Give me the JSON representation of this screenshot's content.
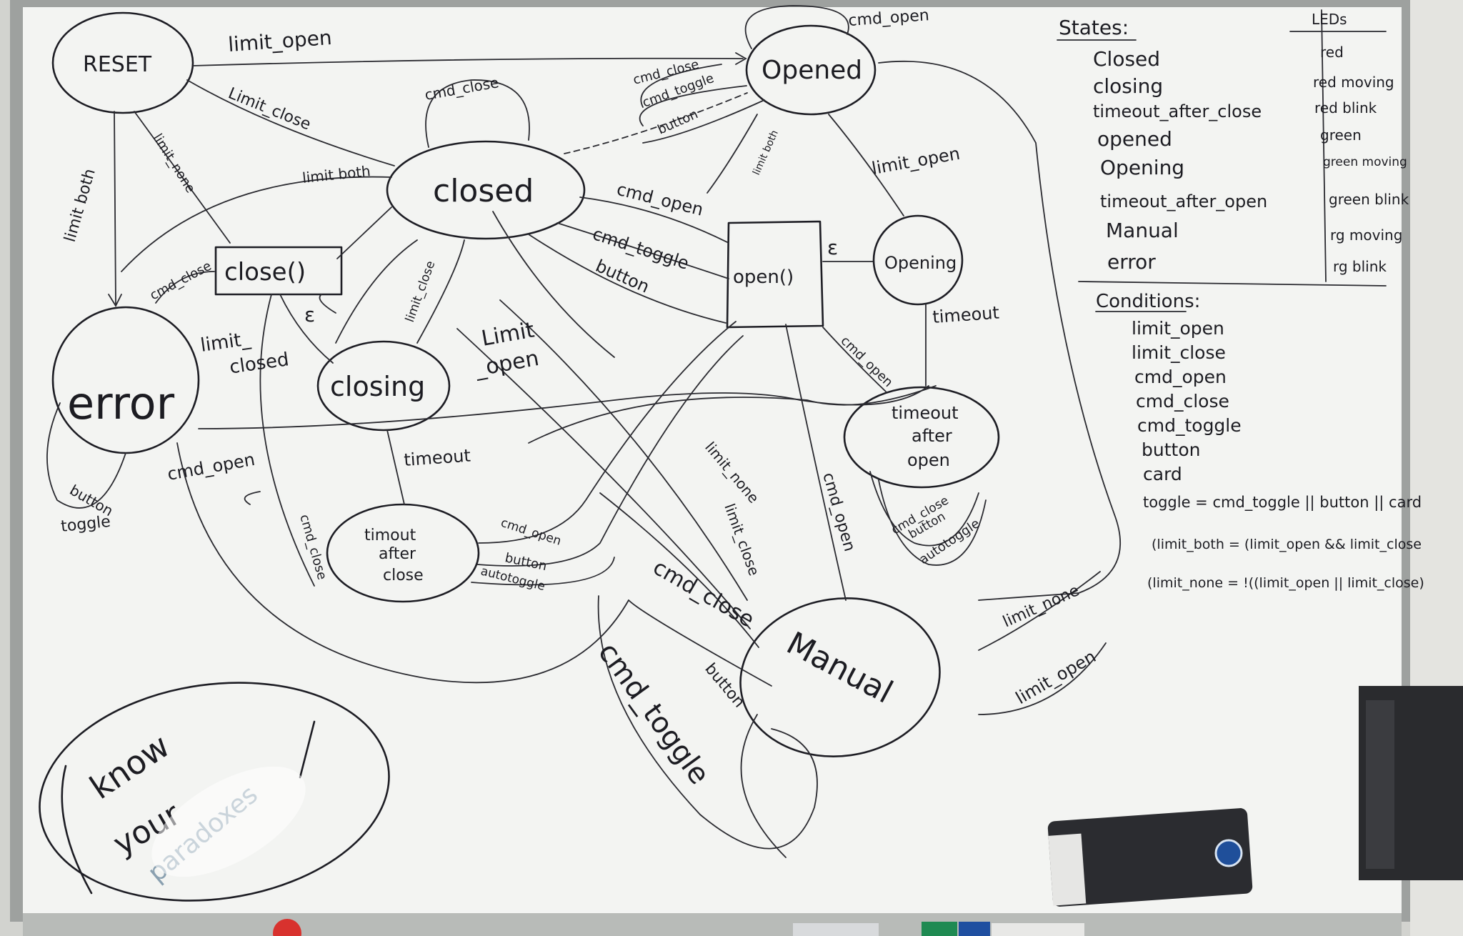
{
  "states_header": "States:",
  "leds_header": "LEDs",
  "states": [
    "Closed",
    "closing",
    "timeout_after_close",
    "opened",
    "Opening",
    "timeout_after_open",
    "Manual",
    "error"
  ],
  "leds": [
    "red",
    "red moving",
    "red blink",
    "green",
    "green moving",
    "green blink",
    "rg moving",
    "rg blink"
  ],
  "conditions_header": "Conditions:",
  "conditions": [
    "limit_open",
    "limit_close",
    "cmd_open",
    "cmd_close",
    "cmd_toggle",
    "button",
    "card",
    "toggle = cmd_toggle || button || card",
    "(limit_both = (limit_open && limit_close",
    "(limit_none = !((limit_open || limit_close)"
  ],
  "nodes": {
    "reset": "RESET",
    "opened": "Opened",
    "closed": "closed",
    "close_fn": "close()",
    "open_fn": "open()",
    "opening": "Opening",
    "closing": "closing",
    "error": "error",
    "timeout_after_open": "timeout after open",
    "timeout_after_close": "timout after close",
    "manual": "Manual"
  },
  "edges": {
    "limit_open_top": "limit_open",
    "limit_close": "Limit_close",
    "limit_both_left": "limit both",
    "limit_none": "limit_none",
    "limit_both": "limit both",
    "cmd_close_loop": "cmd_close",
    "cmd_close_opened": "cmd_close",
    "cmd_toggle_opened": "cmd_toggle",
    "button_opened": "button",
    "limit_both_opened": "limit both",
    "cmd_open_loop": "cmd_open",
    "cmd_open_closed": "cmd_open",
    "cmd_toggle_closed": "cmd_toggle",
    "button_closed": "button",
    "epsilon_open": "ε",
    "limit_open_opening": "limit_open",
    "timeout_opening": "timeout",
    "cmd_open_tao": "cmd_open",
    "cmd_close_tao": "cmd_close",
    "button_tao": "button",
    "autotoggle_tao": "autotoggle",
    "cmd_close_error": "cmd_close",
    "limit_closed_error": "limit_closed",
    "epsilon_close": "ε",
    "limit_close_closing": "limit_close",
    "limit_open_closing": "Limit_open",
    "timeout_closing": "timeout",
    "cmd_open_tac": "cmd_open",
    "button_tac": "button",
    "autotoggle_tac": "autotoggle",
    "cmd_close_tac": "cmd_close",
    "button_error": "button",
    "toggle_error": "toggle",
    "cmd_open_error": "cmd_open",
    "limit_none_manual": "limit_none",
    "limit_close_manual": "limit_close",
    "cmd_open_manual": "cmd_open",
    "cmd_close_manual": "cmd_close",
    "button_manual": "button",
    "cmd_toggle_manual": "cmd_toggle",
    "limit_none_right": "limit_none",
    "limit_open_right": "limit_open"
  },
  "note": [
    "know",
    "your",
    "paradoxes"
  ],
  "colors": {
    "board": "#f3f4f2",
    "ink": "#1d1d24",
    "frame": "#9ea19f",
    "wall": "#d2d3cf"
  }
}
